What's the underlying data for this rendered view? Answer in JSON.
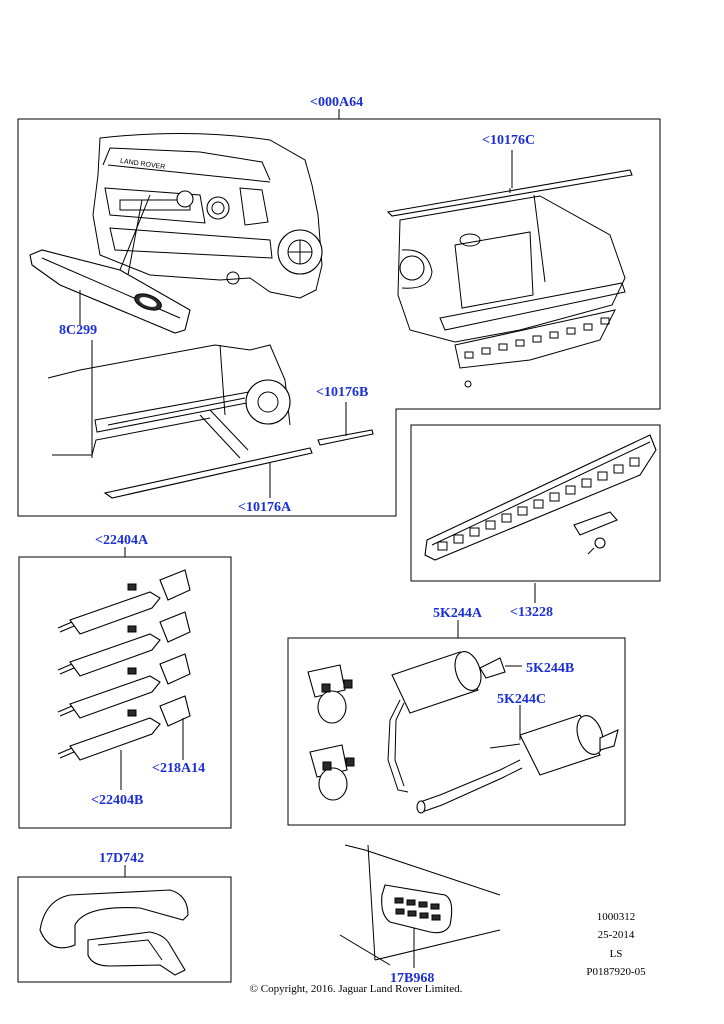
{
  "labels": {
    "kit_main": "<000A64",
    "front_trim": "8C299",
    "tailgate_strip": "<10176C",
    "side_strip_upper": "<10176B",
    "side_strip_lower": "<10176A",
    "rear_step": "<13228",
    "handles_top": "<22404A",
    "handles_bottom": "<22404B",
    "handle_cap": "<218A14",
    "exhaust_kit": "5K244A",
    "exhaust_b": "5K244B",
    "exhaust_c": "5K244C",
    "mirror_caps": "17D742",
    "vent": "17B968"
  },
  "meta": {
    "code1": "1000312",
    "code2": "25-2014",
    "code3": "LS",
    "code4": "P0187920-05"
  },
  "copyright": "© Copyright, 2016. Jaguar Land Rover Limited.",
  "front_badge": "LAND ROVER"
}
